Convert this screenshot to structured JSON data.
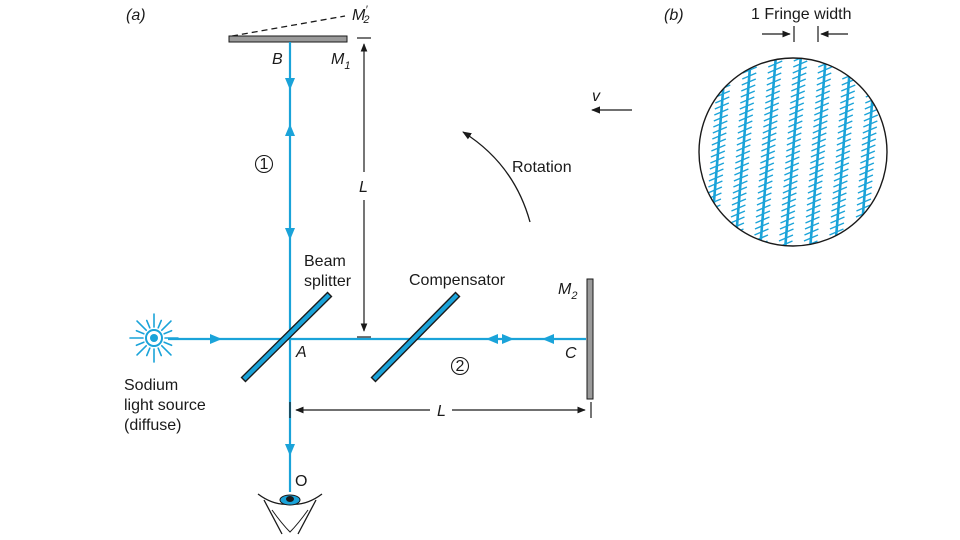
{
  "panel_a": {
    "panel_label": "(a)",
    "mirror_m2_prime": {
      "base": "M",
      "prime": "′",
      "sub": "2"
    },
    "mirror_m1": {
      "base": "M",
      "sub": "1"
    },
    "point_b": "B",
    "point_a": "A",
    "point_c": "C",
    "point_o": "O",
    "mirror_m2": {
      "base": "M",
      "sub": "2"
    },
    "path_1": "1",
    "path_2": "2",
    "length_vertical": "L",
    "length_horizontal": "L",
    "beam_splitter": [
      "Beam",
      "splitter"
    ],
    "compensator": "Compensator",
    "rotation": "Rotation",
    "velocity": "v",
    "source": [
      "Sodium",
      "light source",
      "(diffuse)"
    ]
  },
  "panel_b": {
    "panel_label": "(b)",
    "fringe_width": "1 Fringe width"
  },
  "colors": {
    "beam": "#1aa3d9",
    "ink": "#1a1a1a",
    "mirror": "#9a9a9a"
  }
}
